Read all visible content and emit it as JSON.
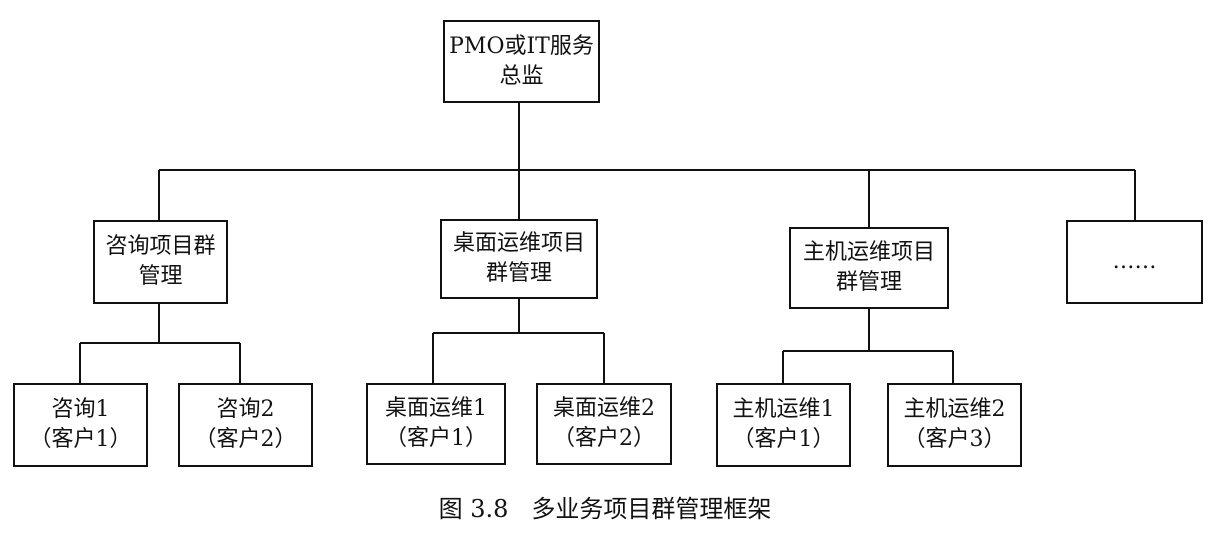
{
  "root": {
    "line1": "PMO或IT服务",
    "line2": "总监"
  },
  "groups": [
    {
      "line1": "咨询项目群",
      "line2": "管理",
      "children": [
        {
          "line1": "咨询1",
          "line2": "（客户1）"
        },
        {
          "line1": "咨询2",
          "line2": "（客户2）"
        }
      ]
    },
    {
      "line1": "桌面运维项目",
      "line2": "群管理",
      "children": [
        {
          "line1": "桌面运维1",
          "line2": "（客户1）"
        },
        {
          "line1": "桌面运维2",
          "line2": "（客户2）"
        }
      ]
    },
    {
      "line1": "主机运维项目",
      "line2": "群管理",
      "children": [
        {
          "line1": "主机运维1",
          "line2": "（客户1）"
        },
        {
          "line1": "主机运维2",
          "line2": "（客户3）"
        }
      ]
    }
  ],
  "more": {
    "label": "……"
  },
  "caption": "图 3.8   多业务项目群管理框架"
}
